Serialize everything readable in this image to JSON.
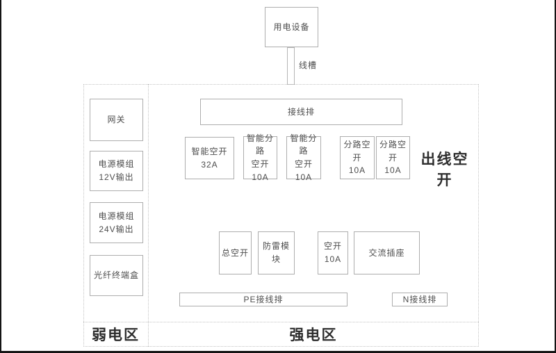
{
  "device": {
    "label": "用电设备"
  },
  "trough": {
    "label": "线槽"
  },
  "weak_zone": {
    "label": "弱电区",
    "boxes": [
      {
        "label": "网关"
      },
      {
        "label": "电源模组\n12V输出"
      },
      {
        "label": "电源模组\n24V输出"
      },
      {
        "label": "光纤终端盒"
      }
    ]
  },
  "strong_zone": {
    "label": "强电区",
    "terminal_strip": "接线排",
    "outgoing_label": "出线空开",
    "breakers": [
      {
        "label": "智能空开\n32A"
      },
      {
        "label": "智能分路\n空开\n10A"
      },
      {
        "label": "智能分路\n空开\n10A"
      },
      {
        "label": "分路空开\n10A"
      },
      {
        "label": "分路空开\n10A"
      }
    ],
    "lower_row": [
      {
        "label": "总空开"
      },
      {
        "label": "防雷模块"
      },
      {
        "label": "空开\n10A"
      },
      {
        "label": "交流插座"
      }
    ],
    "pe_strip": "PE接线排",
    "n_strip": "N接线排"
  },
  "colors": {
    "box_border": "#adadad",
    "dashed_border": "#c3c3c3",
    "label_text": "#4d4d4d",
    "heading_text": "#2d2d2d"
  }
}
